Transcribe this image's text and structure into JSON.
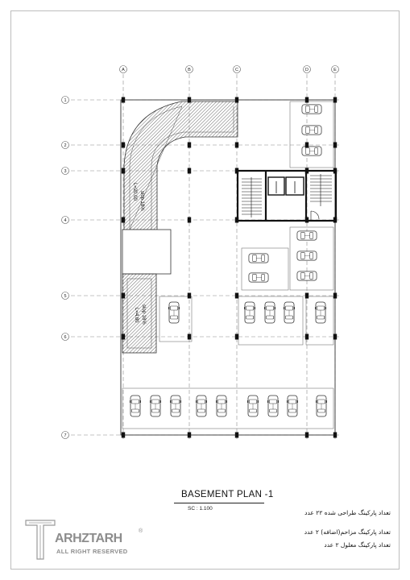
{
  "title": "BASEMENT  PLAN  -1",
  "scale": "SC : 1.100",
  "grid": {
    "columns": [
      "A",
      "B",
      "C",
      "D",
      "E"
    ],
    "rows": [
      "1",
      "2",
      "3",
      "4",
      "5",
      "6",
      "7"
    ]
  },
  "ramp_upper": {
    "slope": "slop 18%",
    "length": "L=20.00"
  },
  "ramp_lower": {
    "slope": "slop 18%",
    "length": "L=4.80"
  },
  "notes": [
    "تعداد پارکینگ طراحی شده ۲۲ عدد",
    "تعداد پارکینگ مزاحم(اضافه) ۲ عدد",
    "تعداد پارکینگ معلول ۲ عدد"
  ],
  "logo": {
    "name": "ARHZTARH",
    "sub": "ALL RIGHT RESERVED",
    "reg": "®"
  },
  "colors": {
    "line": "#222222",
    "hatch": "#555555",
    "grid": "#888888",
    "logo": "#8d8d8d"
  }
}
